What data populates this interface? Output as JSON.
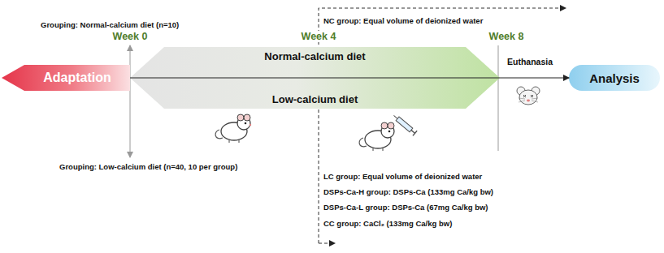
{
  "diagram": {
    "nodes": [
      {
        "text": [
          "Adaptation"
        ]
      },
      {
        "text": [
          "Normal-calcium diet",
          "Low-calcium diet"
        ]
      },
      {
        "text": [
          "Analysis"
        ]
      }
    ],
    "edges": [
      {
        "from": 0,
        "to": 2,
        "arrow": "to"
      }
    ],
    "labels": [
      "Grouping: Normal-calcium diet (n=10)",
      "Week 0",
      "Week 4",
      "Week 8",
      "NC group: Equal volume of deionized water",
      "Euthanasia",
      "Grouping: Low-calcium diet (n=40, 10 per group)",
      "LC group: Equal volume of deionized water",
      "DSPs-Ca-H group: DSPs-Ca (133mg Ca/kg bw)",
      "DSPs-Ca-L group: DSPs-Ca (67mg Ca/kg bw)",
      "CC group: CaCl₂ (133mg Ca/kg bw)"
    ]
  }
}
